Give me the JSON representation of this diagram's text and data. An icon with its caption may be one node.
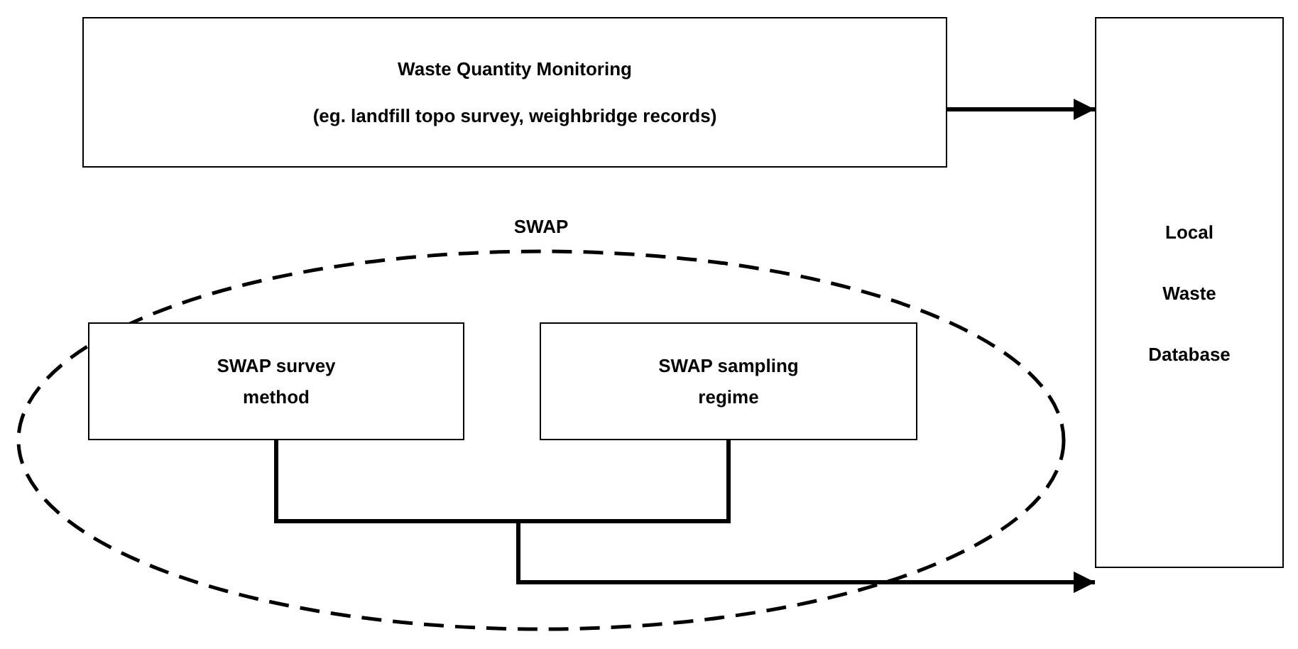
{
  "diagram": {
    "nodes": [
      {
        "text": [
          "Waste Quantity Monitoring",
          "(eg. landfill topo survey, weighbridge records)"
        ]
      },
      {
        "text": [
          "SWAP"
        ]
      },
      {
        "text": [
          "SWAP survey method"
        ],
        "in": 1
      },
      {
        "text": [
          "SWAP sampling regime"
        ],
        "in": 1
      },
      {
        "text": [
          "Local Waste Database"
        ]
      }
    ],
    "edges": [
      {
        "from": 0,
        "to": 4,
        "arrow": "to"
      },
      {
        "from": 2,
        "to": 4,
        "arrow": "to"
      },
      {
        "from": 3,
        "to": 4,
        "arrow": "to"
      }
    ]
  }
}
